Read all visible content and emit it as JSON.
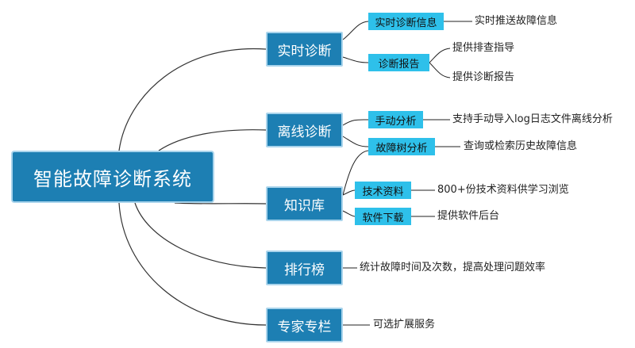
{
  "root": {
    "label": "智能故障诊断系统"
  },
  "branches": [
    {
      "label": "实时诊断",
      "subs": [
        {
          "label": "实时诊断信息",
          "leaves": [
            "实时推送故障信息"
          ]
        },
        {
          "label": "诊断报告",
          "leaves": [
            "提供排查指导",
            "提供诊断报告"
          ]
        }
      ]
    },
    {
      "label": "离线诊断",
      "subs": [
        {
          "label": "手动分析",
          "leaves": [
            "支持手动导入log日志文件离线分析"
          ]
        },
        {
          "label": "故障树分析",
          "leaves": [
            "查询或检索历史故障信息"
          ]
        }
      ]
    },
    {
      "label": "知识库",
      "subs": [
        {
          "label": "技术资料",
          "leaves": [
            "800+份技术资料供学习浏览"
          ]
        },
        {
          "label": "软件下载",
          "leaves": [
            "提供软件后台"
          ]
        }
      ]
    },
    {
      "label": "排行榜",
      "leaves": [
        "统计故障时间及次数，提高处理问题效率"
      ]
    },
    {
      "label": "专家专栏",
      "leaves": [
        "可选扩展服务"
      ]
    }
  ]
}
